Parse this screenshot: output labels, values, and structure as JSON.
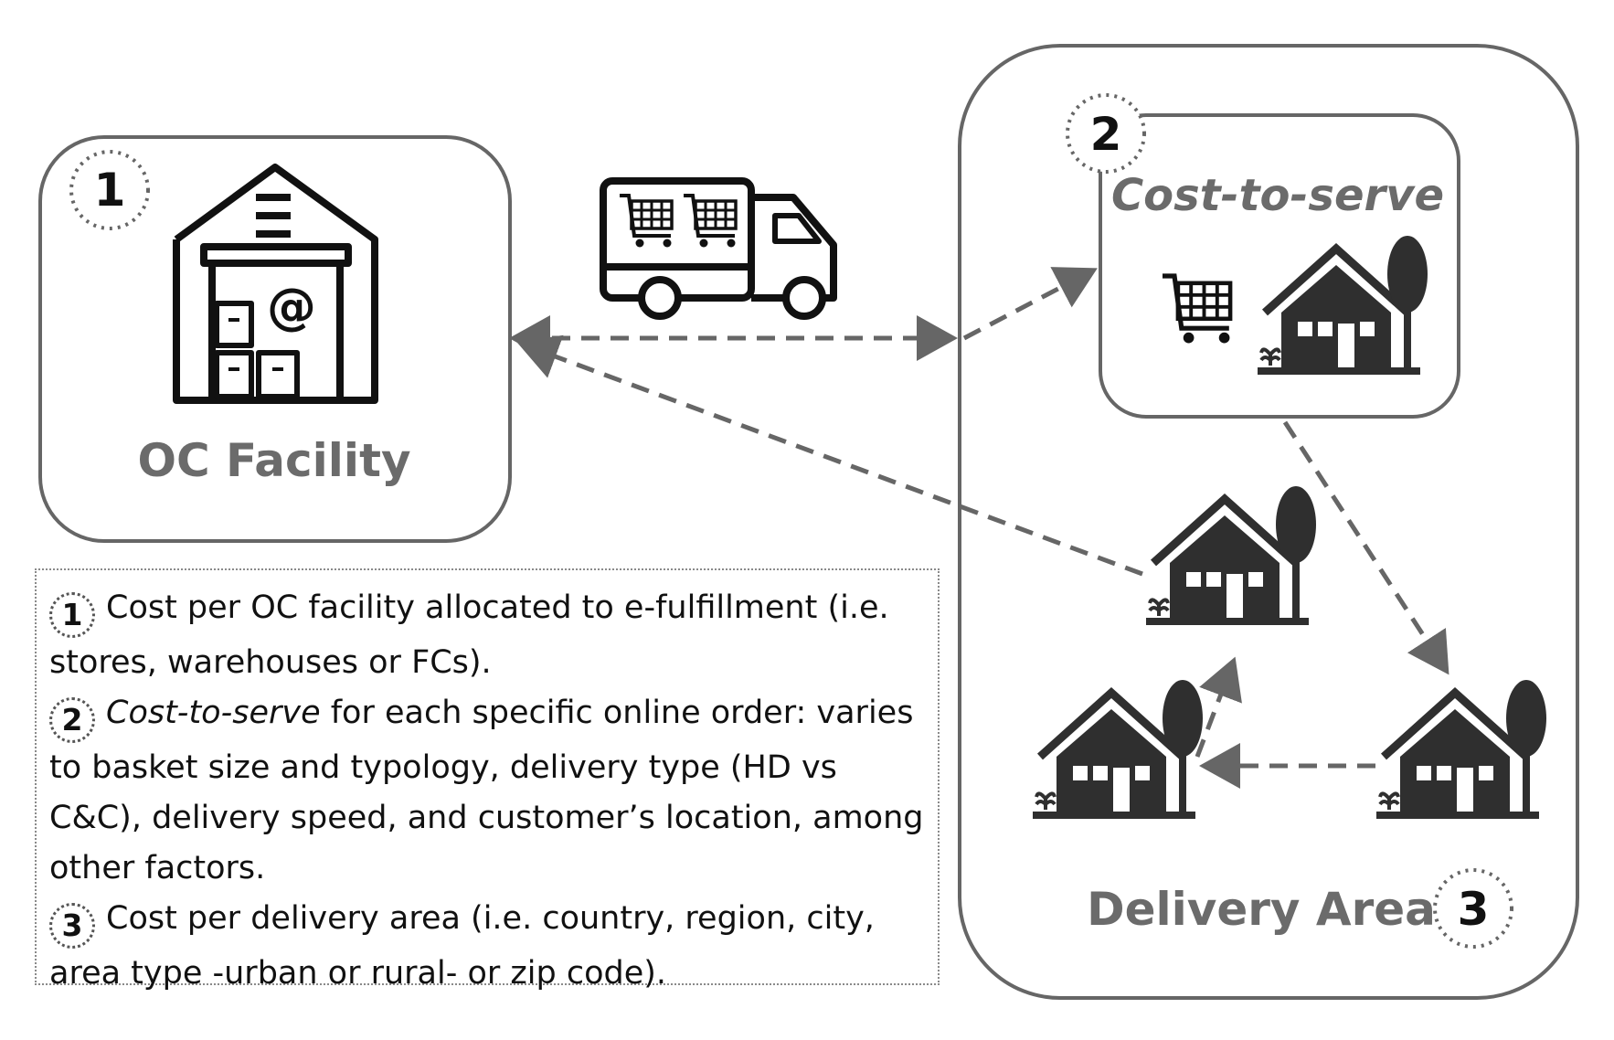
{
  "facility": {
    "number": "1",
    "label": "OC Facility"
  },
  "cost_to_serve": {
    "number": "2",
    "label": "Cost-to-serve"
  },
  "delivery_area": {
    "number": "3",
    "label": "Delivery Area"
  },
  "legend": {
    "item1": {
      "number": "1",
      "text": "Cost per OC facility allocated to e-fulfillment (i.e. stores, warehouses or FCs)."
    },
    "item2": {
      "number": "2",
      "term": "Cost-to-serve",
      "text": " for each specific online order: varies to basket size and typology, delivery type (HD vs C&C), delivery speed, and customer’s location, among other factors."
    },
    "item3": {
      "number": "3",
      "text": "Cost per delivery area (i.e. country, region, city, area type -urban or rural- or zip code)."
    }
  },
  "colors": {
    "stroke": "#666666",
    "icon": "#111111",
    "house": "#2f2f2f",
    "label_gray": "#6b6b6b"
  }
}
